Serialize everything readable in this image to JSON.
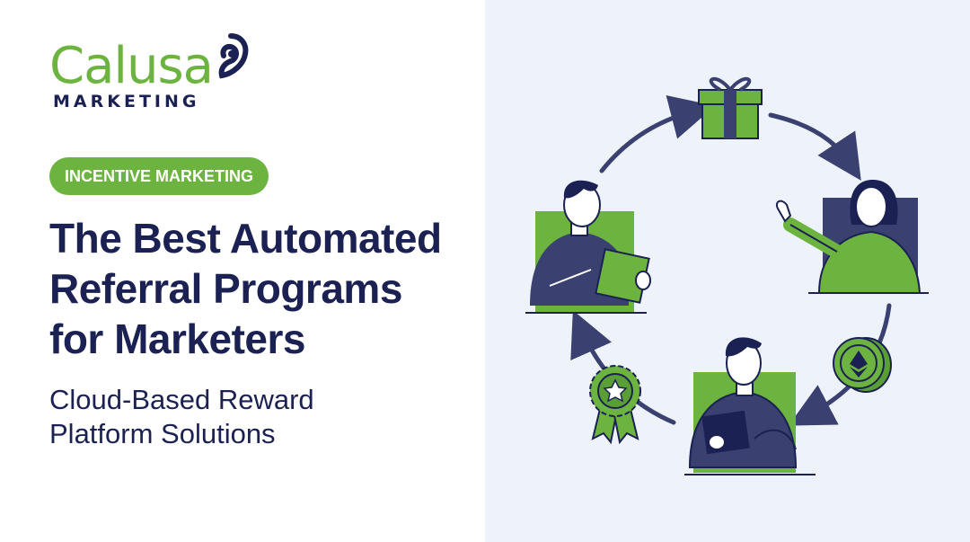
{
  "logo": {
    "brand": "Calusa",
    "tagline": "MARKETING",
    "mark_icon": "nautilus-shell-icon"
  },
  "tag": {
    "label": "INCENTIVE MARKETING"
  },
  "headline": {
    "lines": [
      "The Best Automated",
      "Referral Programs",
      "for Marketers"
    ]
  },
  "subheadline": {
    "lines": [
      "Cloud-Based Reward",
      "Platform Solutions"
    ]
  },
  "illustration": {
    "icons": [
      "gift-icon",
      "coin-icon",
      "award-badge-icon",
      "cycle-arrow-icon"
    ],
    "people": [
      "person-with-tablet",
      "person-waving",
      "person-with-clipboard"
    ]
  },
  "colors": {
    "brand_green": "#6db33f",
    "navy": "#1b2152",
    "illustration_navy": "#3a4170",
    "panel_bg": "#eef2fa"
  }
}
